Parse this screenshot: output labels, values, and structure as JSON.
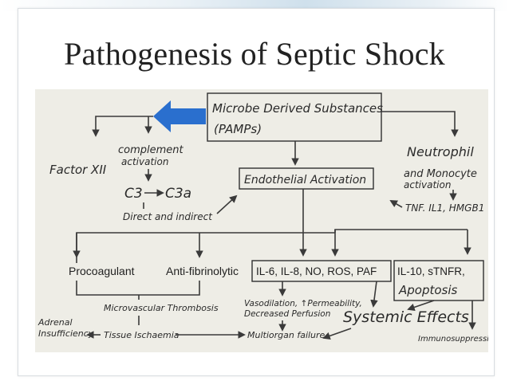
{
  "title": "Pathogenesis of Septic Shock",
  "nodes": {
    "pamps_line1": "Microbe Derived Substances",
    "pamps_line2": "(PAMPs)",
    "factor_xii": "Factor XII",
    "complement_line1": "complement",
    "complement_line2": "activation",
    "c3": "C3",
    "c3a": "C3a",
    "direct_indirect": "Direct and indirect",
    "endothelial": "Endothelial Activation",
    "neutrophil": "Neutrophil",
    "monocyte_line1": "and Monocyte",
    "monocyte_line2": "activation",
    "tnf": "TNF. IL1, HMGB1",
    "procoagulant": "Procoagulant",
    "antifibrinolytic": "Anti-fibrinolytic",
    "cytokines": "IL-6, IL-8, NO, ROS, PAF",
    "il10": "IL-10, sTNFR,",
    "apoptosis": "Apoptosis",
    "microvascular": "Microvascular Thrombosis",
    "vasodilation": "Vasodilation, ↑Permeability,",
    "decreased_perfusion": "Decreased Perfusion",
    "systemic": "Systemic Effects",
    "adrenal_line1": "Adrenal",
    "adrenal_line2": "Insufficiency",
    "tissue_ischaemia": "Tissue Ischaemia",
    "multiorgan": "Multiorgan failure",
    "immunosuppression": "Immunosuppression"
  },
  "colors": {
    "arrow_blue": "#2a6fce",
    "panel_bg": "#eeede6"
  }
}
